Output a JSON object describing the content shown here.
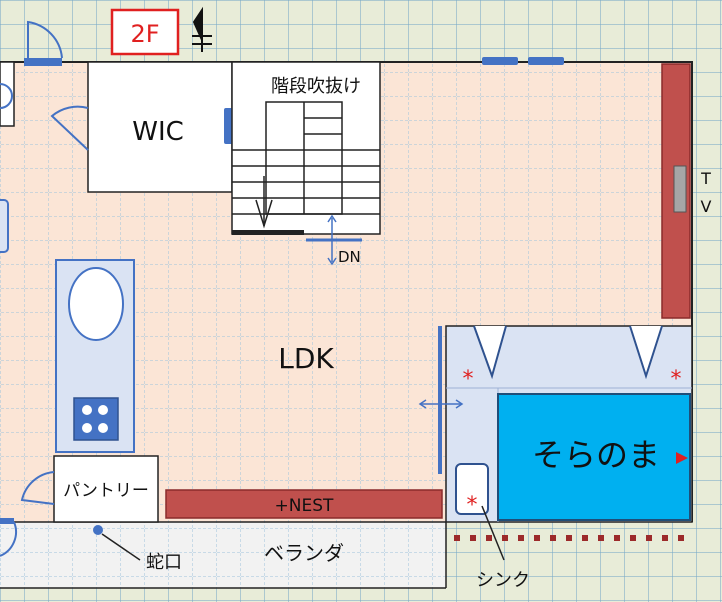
{
  "floor_label": "2F",
  "rooms": {
    "wic": "WIC",
    "stair_void": "階段吹抜け",
    "ldk": "LDK",
    "soranoma": "そらのま",
    "pantry": "パントリー",
    "veranda": "ベランダ"
  },
  "labels": {
    "stairs_down": "DN",
    "tv_t": "T",
    "tv_v": "V",
    "nest": "+NEST",
    "faucet": "蛇口",
    "sink": "シンク"
  },
  "colors": {
    "floor": "#fbe5d6",
    "sky_room": "#00b0f0",
    "counter": "#c0504d",
    "kitchen_blue": "#dae3f3",
    "window_blue": "#4472c4",
    "frame_red": "#e02020"
  }
}
